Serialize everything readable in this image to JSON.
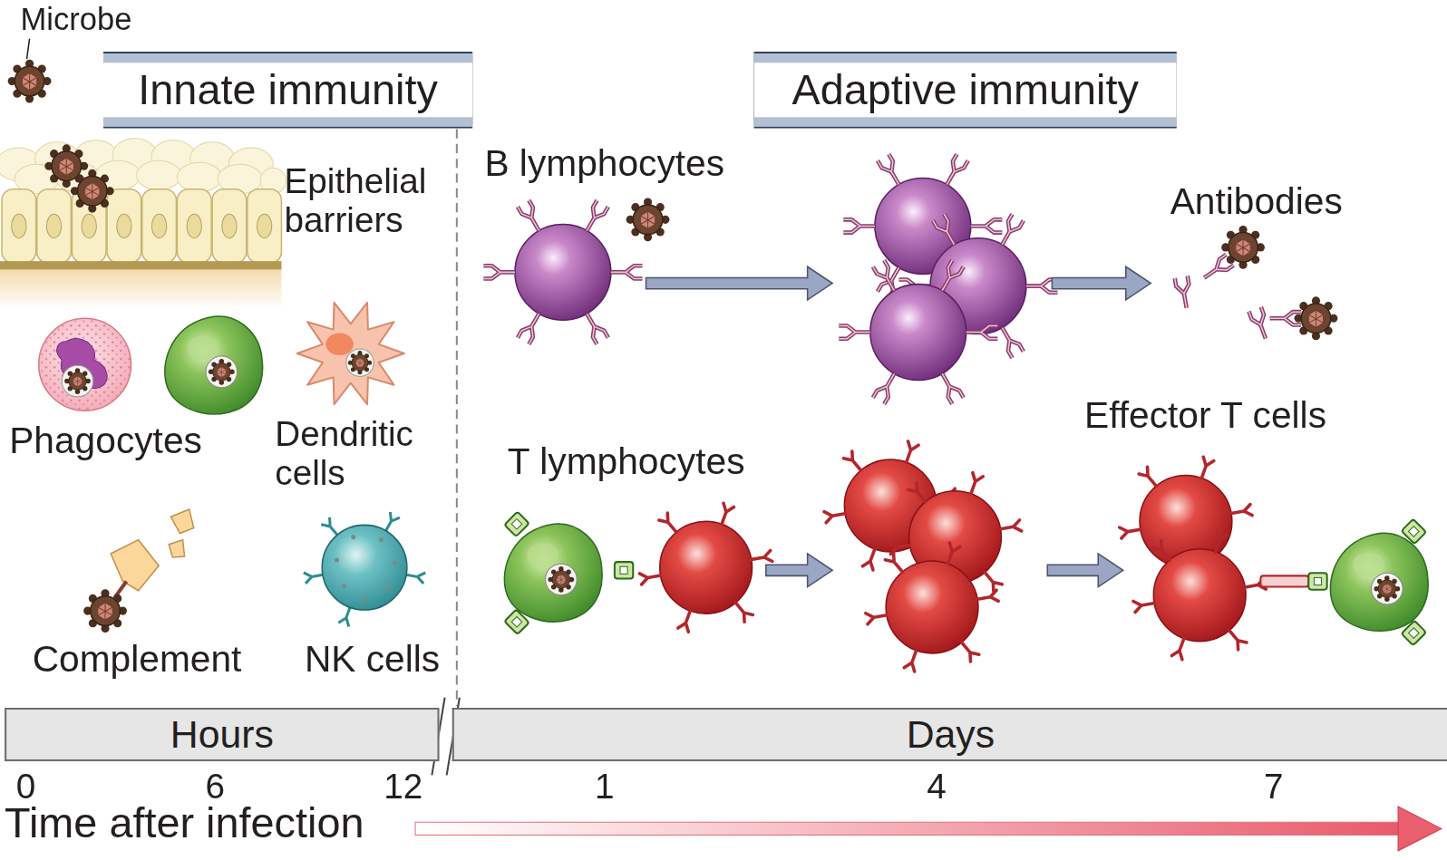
{
  "diagram": {
    "nodes": [
      {
        "text": [
          "Innate immunity"
        ]
      },
      {
        "text": [
          "Adaptive immunity"
        ]
      },
      {
        "text": [
          "Hours"
        ]
      },
      {
        "text": [
          "Days"
        ]
      }
    ],
    "labels": [
      "Microbe",
      "Epithelial barriers",
      "Phagocytes",
      "Dendritic cells",
      "Complement",
      "NK cells",
      "B lymphocytes",
      "Antibodies",
      "T lymphocytes",
      "Effector T cells",
      "0",
      "6",
      "12",
      "1",
      "4",
      "7",
      "Time after infection"
    ]
  }
}
